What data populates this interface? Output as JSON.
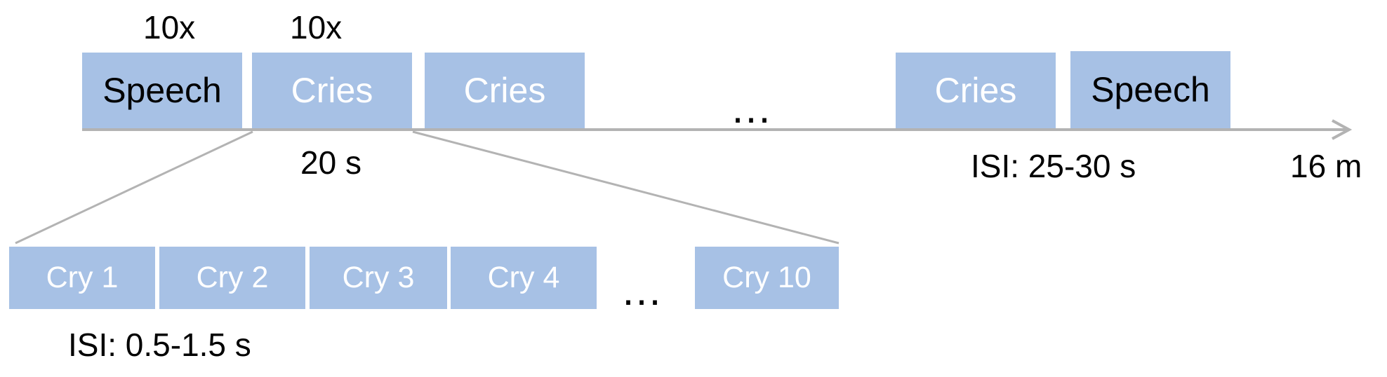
{
  "colors": {
    "block_fill": "#a7c1e5",
    "line": "#b3b3b3",
    "dark_text": "#000000",
    "light_text": "#ffffff"
  },
  "timeline": {
    "blocks": [
      "Speech",
      "Cries",
      "Cries",
      "Cries",
      "Speech"
    ],
    "repeat_labels": [
      "10x",
      "10x"
    ],
    "ellipsis": "…",
    "block_duration": "20 s",
    "isi": "ISI: 25-30 s",
    "total_duration": "16 m"
  },
  "detail": {
    "trials": [
      "Cry 1",
      "Cry 2",
      "Cry 3",
      "Cry 4",
      "Cry 10"
    ],
    "ellipsis": "…",
    "isi": "ISI: 0.5-1.5 s"
  }
}
